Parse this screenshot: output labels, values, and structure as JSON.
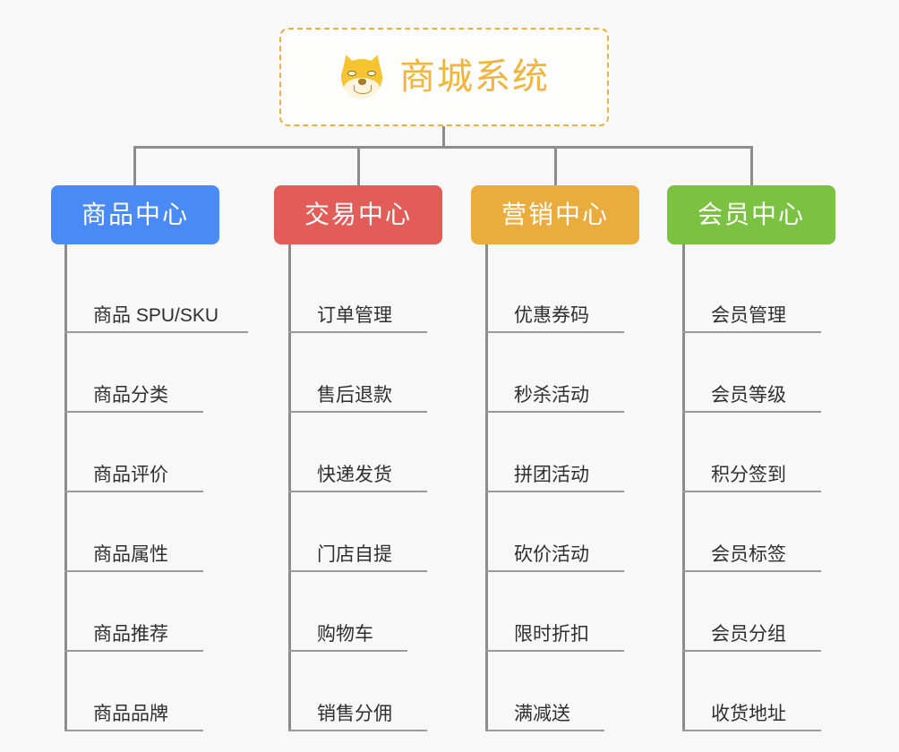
{
  "diagram": {
    "type": "mindmap-tree",
    "background_color": "#f8f8f8",
    "root": {
      "title": "商城系统",
      "icon": "shiba-dog-face-icon",
      "title_color": "#f2b43d",
      "border_color": "#f0ae3c",
      "border_style": "dashed"
    },
    "branches": [
      {
        "label": "商品中心",
        "color": "#4a8af4",
        "items": [
          "商品 SPU/SKU",
          "商品分类",
          "商品评价",
          "商品属性",
          "商品推荐",
          "商品品牌"
        ]
      },
      {
        "label": "交易中心",
        "color": "#e25c58",
        "items": [
          "订单管理",
          "售后退款",
          "快递发货",
          "门店自提",
          "购物车",
          "销售分佣"
        ]
      },
      {
        "label": "营销中心",
        "color": "#eaac3d",
        "items": [
          "优惠券码",
          "秒杀活动",
          "拼团活动",
          "砍价活动",
          "限时折扣",
          "满减送"
        ]
      },
      {
        "label": "会员中心",
        "color": "#7cc242",
        "items": [
          "会员管理",
          "会员等级",
          "积分签到",
          "会员标签",
          "会员分组",
          "收货地址"
        ]
      }
    ],
    "connector_color": "#8c8c8c"
  }
}
